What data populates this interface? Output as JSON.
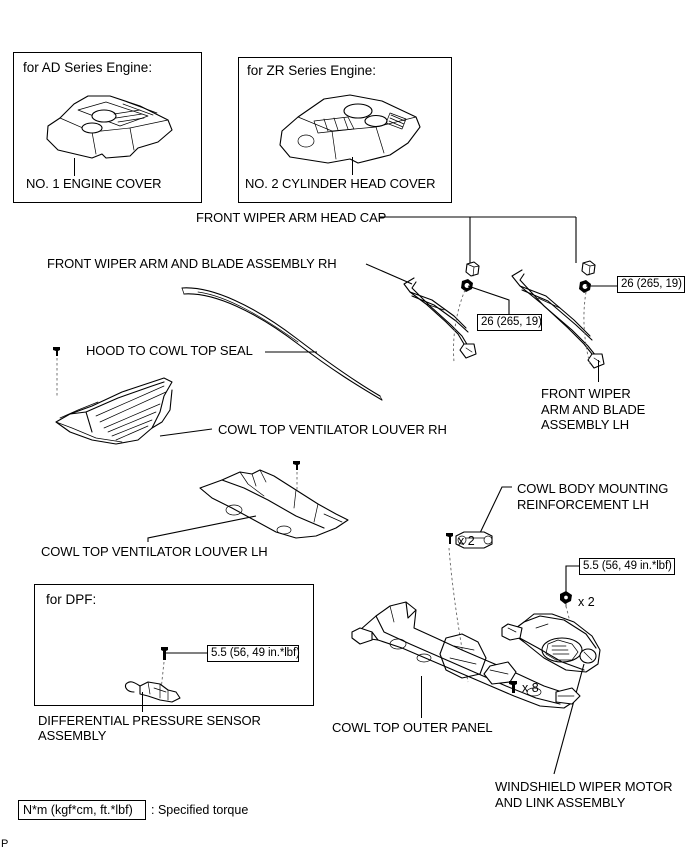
{
  "document": {
    "type": "exploded-parts-diagram",
    "corner_mark": "P"
  },
  "variant_boxes": [
    {
      "title": "for AD Series Engine:",
      "part_label": "NO. 1 ENGINE COVER",
      "illustration": "engine-cover"
    },
    {
      "title": "for ZR Series Engine:",
      "part_label": "NO. 2 CYLINDER HEAD COVER",
      "illustration": "cylinder-head-cover"
    },
    {
      "title": "for DPF:",
      "part_label": "DIFFERENTIAL PRESSURE SENSOR\nASSEMBLY",
      "illustration": "differential-pressure-sensor",
      "torque": "5.5 (56, 49 in.*lbf)"
    }
  ],
  "callouts": {
    "head_cap": "FRONT WIPER ARM HEAD CAP",
    "wiper_arm_rh": "FRONT WIPER ARM AND BLADE ASSEMBLY RH",
    "wiper_arm_lh": "FRONT WIPER\nARM AND BLADE\nASSEMBLY LH",
    "hood_seal": "HOOD TO COWL TOP SEAL",
    "louver_rh": "COWL TOP VENTILATOR LOUVER RH",
    "louver_lh": "COWL TOP VENTILATOR LOUVER LH",
    "cowl_body_mounting": "COWL BODY MOUNTING\nREINFORCEMENT LH",
    "cowl_top_outer_panel": "COWL TOP OUTER PANEL",
    "wiper_motor": "WINDSHIELD WIPER MOTOR\nAND LINK ASSEMBLY"
  },
  "torque_specs": [
    {
      "id": "wiper-arm-rh-nut",
      "value": "26 (265, 19)"
    },
    {
      "id": "wiper-arm-lh-nut",
      "value": "26 (265, 19)"
    },
    {
      "id": "wiper-motor-bolt",
      "value": "5.5 (56, 49 in.*lbf)"
    },
    {
      "id": "dps-bolt",
      "value": "5.5 (56, 49 in.*lbf)"
    }
  ],
  "quantities": [
    {
      "id": "cowl-body-mounting-bolts",
      "value": "x 2"
    },
    {
      "id": "wiper-motor-bolts",
      "value": "x 2"
    },
    {
      "id": "cowl-top-outer-panel-bolts",
      "value": "x 8"
    }
  ],
  "legend": {
    "box_text": "N*m (kgf*cm, ft.*lbf)",
    "description": ": Specified torque"
  }
}
